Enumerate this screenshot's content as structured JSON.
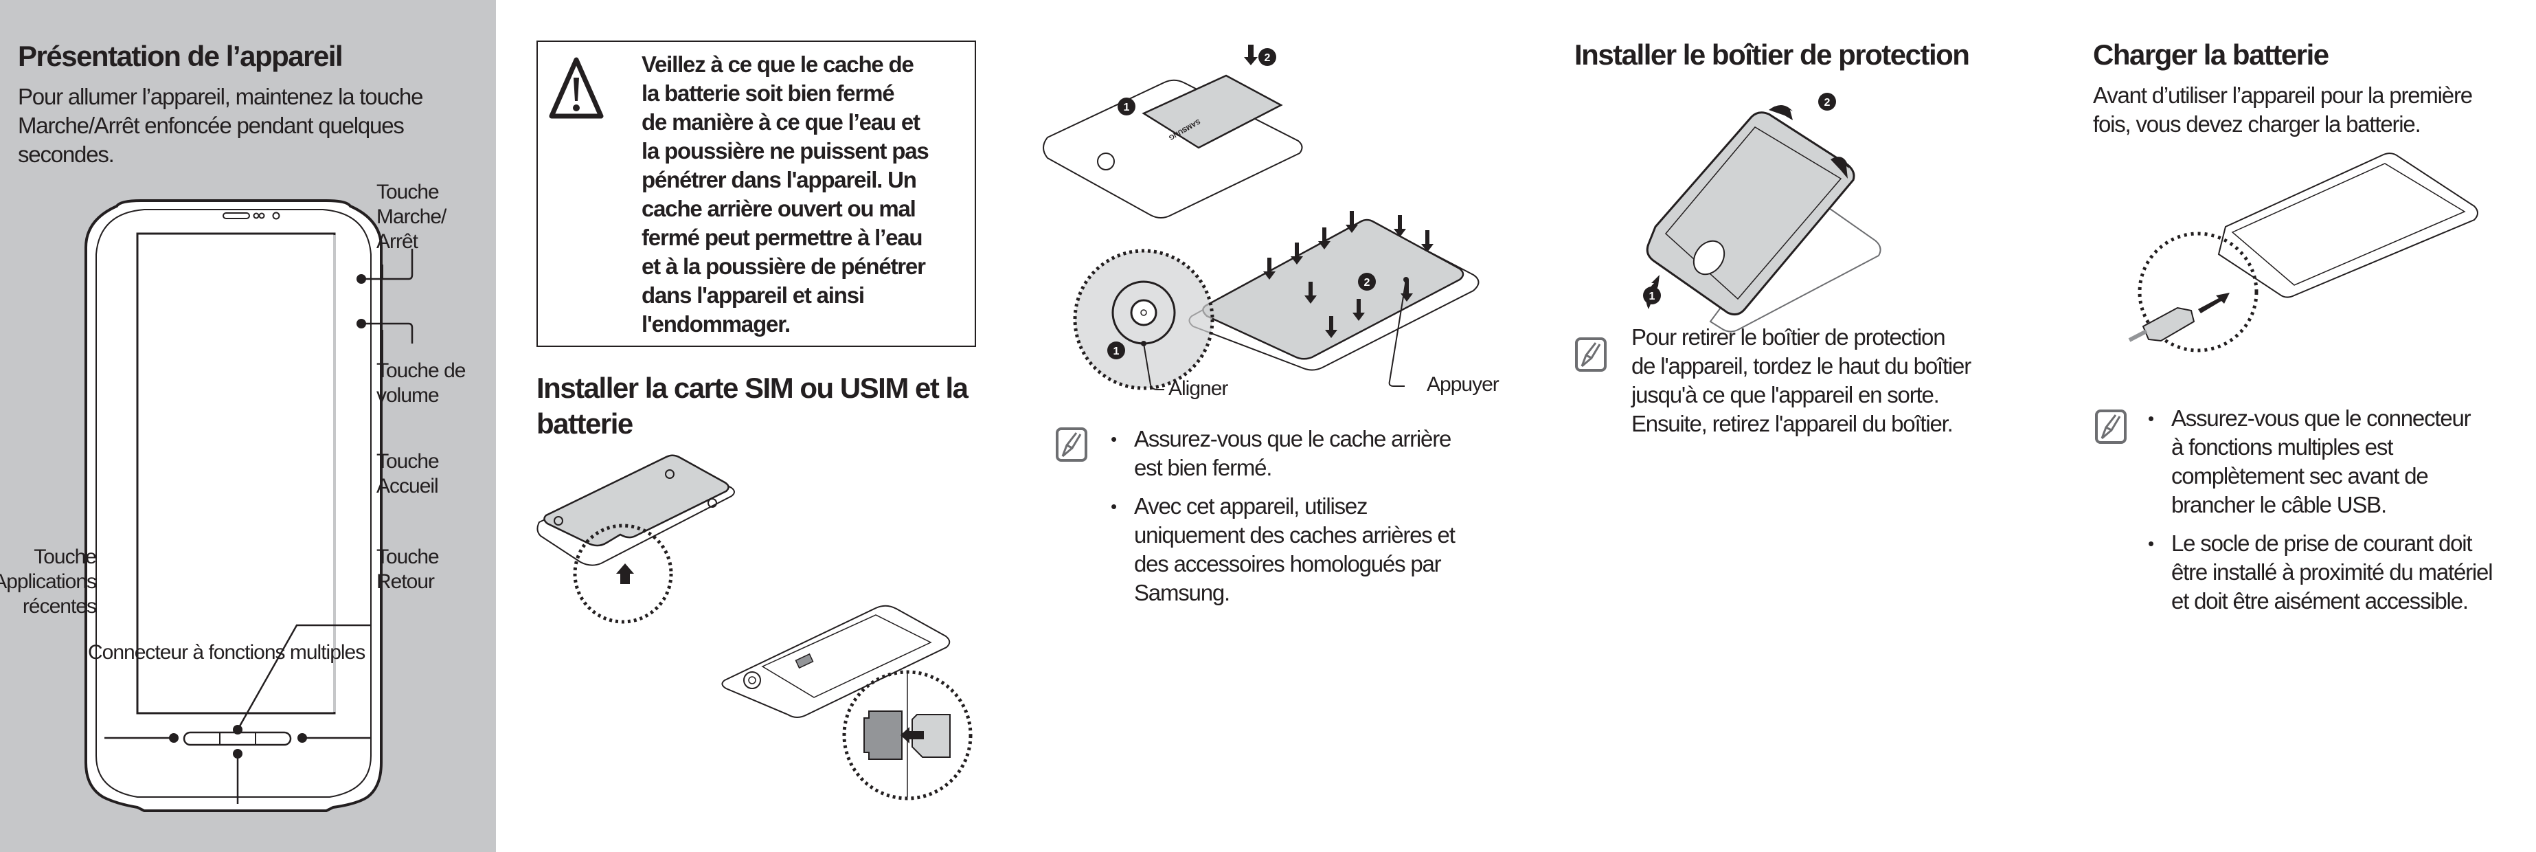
{
  "device_overview": {
    "title": "Présentation de l’appareil",
    "intro": "Pour allumer l’appareil, maintenez la touche Marche/Arrêt enfoncée pendant quelques secondes.",
    "callouts": {
      "power_key": [
        "Touche",
        "Marche/",
        "Arrêt"
      ],
      "volume_key": [
        "Touche de",
        "volume"
      ],
      "home_key": [
        "Touche",
        "Accueil"
      ],
      "recent_apps_key": [
        "Touche",
        "Applications",
        "récentes"
      ],
      "back_key": [
        "Touche",
        "Retour"
      ],
      "multipurpose_jack": "Connecteur à fonctions multiples"
    },
    "panel_color": "#c6c7c9"
  },
  "warning": {
    "icon": "warning-triangle-icon",
    "lines": [
      "Veillez à ce que le cache de",
      "la batterie soit bien fermé",
      "de manière à ce que l’eau et",
      "la poussière ne puissent pas",
      "pénétrer dans l'appareil. Un",
      "cache arrière ouvert ou mal",
      "fermé peut permettre à l’eau",
      "et à la poussière de pénétrer",
      "dans l'appareil et ainsi",
      "l'endommager."
    ]
  },
  "sim_section": {
    "title_lines": [
      "Installer la carte SIM ou USIM et la",
      "batterie"
    ]
  },
  "battery_install": {
    "step_badges": [
      "1",
      "2"
    ],
    "align_label": "Aligner",
    "press_label": "Appuyer",
    "battery_brand": "SAMSUNG",
    "note_icon": "note-pencil-icon",
    "notes": [
      [
        "Assurez-vous que le cache arrière",
        "est bien fermé."
      ],
      [
        "Avec cet appareil, utilisez",
        "uniquement des caches arrières et",
        "des accessoires homologués par",
        "Samsung."
      ]
    ]
  },
  "case_section": {
    "title": "Installer le boîtier de protection",
    "step_badges": [
      "1",
      "2"
    ],
    "note_icon": "note-pencil-icon",
    "note_lines": [
      "Pour retirer le boîtier de protection",
      "de l'appareil, tordez le haut du boîtier",
      "jusqu'à ce que l'appareil en sorte.",
      "Ensuite, retirez l'appareil du boîtier."
    ]
  },
  "charge_section": {
    "title": "Charger la batterie",
    "intro_lines": [
      "Avant d’utiliser l’appareil pour la première",
      "fois, vous devez charger la batterie."
    ],
    "note_icon": "note-pencil-icon",
    "notes": [
      [
        "Assurez-vous que le connecteur",
        "à fonctions multiples est",
        "complètement sec avant de",
        "brancher le câble USB."
      ],
      [
        "Le socle de prise de courant doit",
        "être installé à proximité du matériel",
        "et doit être aisément accessible."
      ]
    ]
  }
}
